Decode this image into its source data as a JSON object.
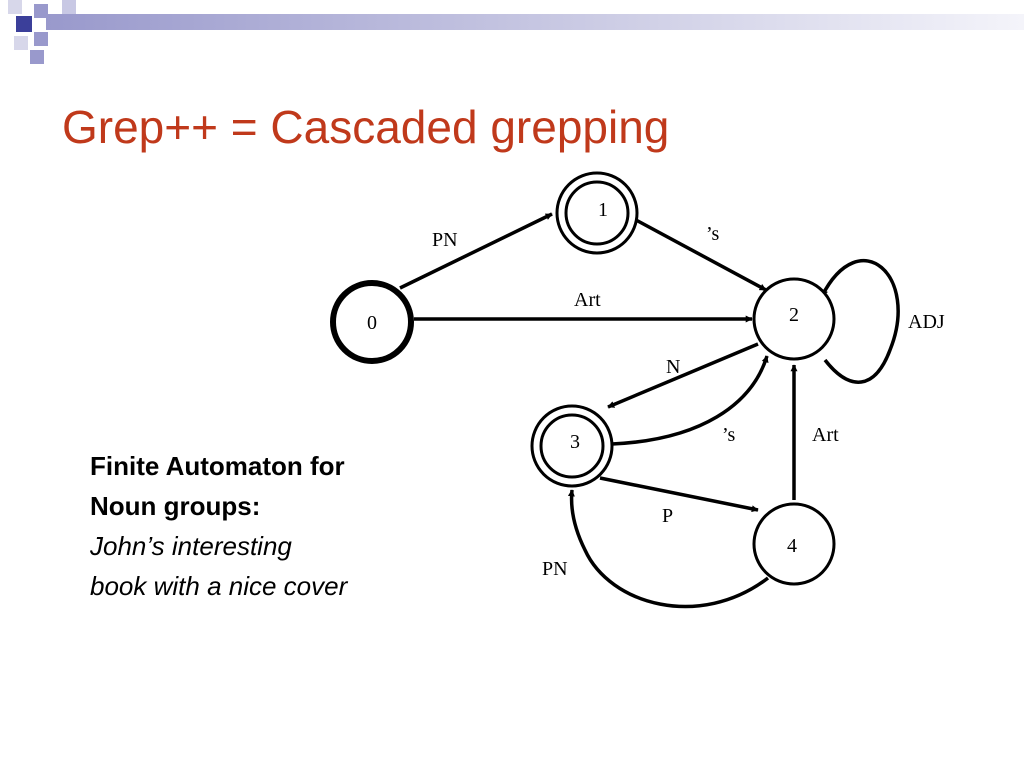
{
  "slide": {
    "title": "Grep++ = Cascaded grepping",
    "caption": {
      "heading_line1": "Finite Automaton for",
      "heading_line2": "Noun groups:",
      "example_line1": "John’s interesting",
      "example_line2": "book with a nice cover"
    }
  },
  "automaton": {
    "states": [
      "0",
      "1",
      "2",
      "3",
      "4"
    ],
    "final_states": [
      "1",
      "3"
    ],
    "transitions": [
      {
        "from": "0",
        "to": "1",
        "label": "PN"
      },
      {
        "from": "1",
        "to": "2",
        "label": "’s"
      },
      {
        "from": "0",
        "to": "2",
        "label": "Art"
      },
      {
        "from": "2",
        "to": "2",
        "label": "ADJ"
      },
      {
        "from": "2",
        "to": "3",
        "label": "N"
      },
      {
        "from": "3",
        "to": "2",
        "label": "’s"
      },
      {
        "from": "3",
        "to": "4",
        "label": "P"
      },
      {
        "from": "4",
        "to": "2",
        "label": "Art"
      },
      {
        "from": "4",
        "to": "3",
        "label": "PN"
      }
    ]
  },
  "theme": {
    "title_color": "#c0391b",
    "decoration_colors": [
      "#3b3f9a",
      "#9999cc",
      "#d7d7ea"
    ]
  }
}
